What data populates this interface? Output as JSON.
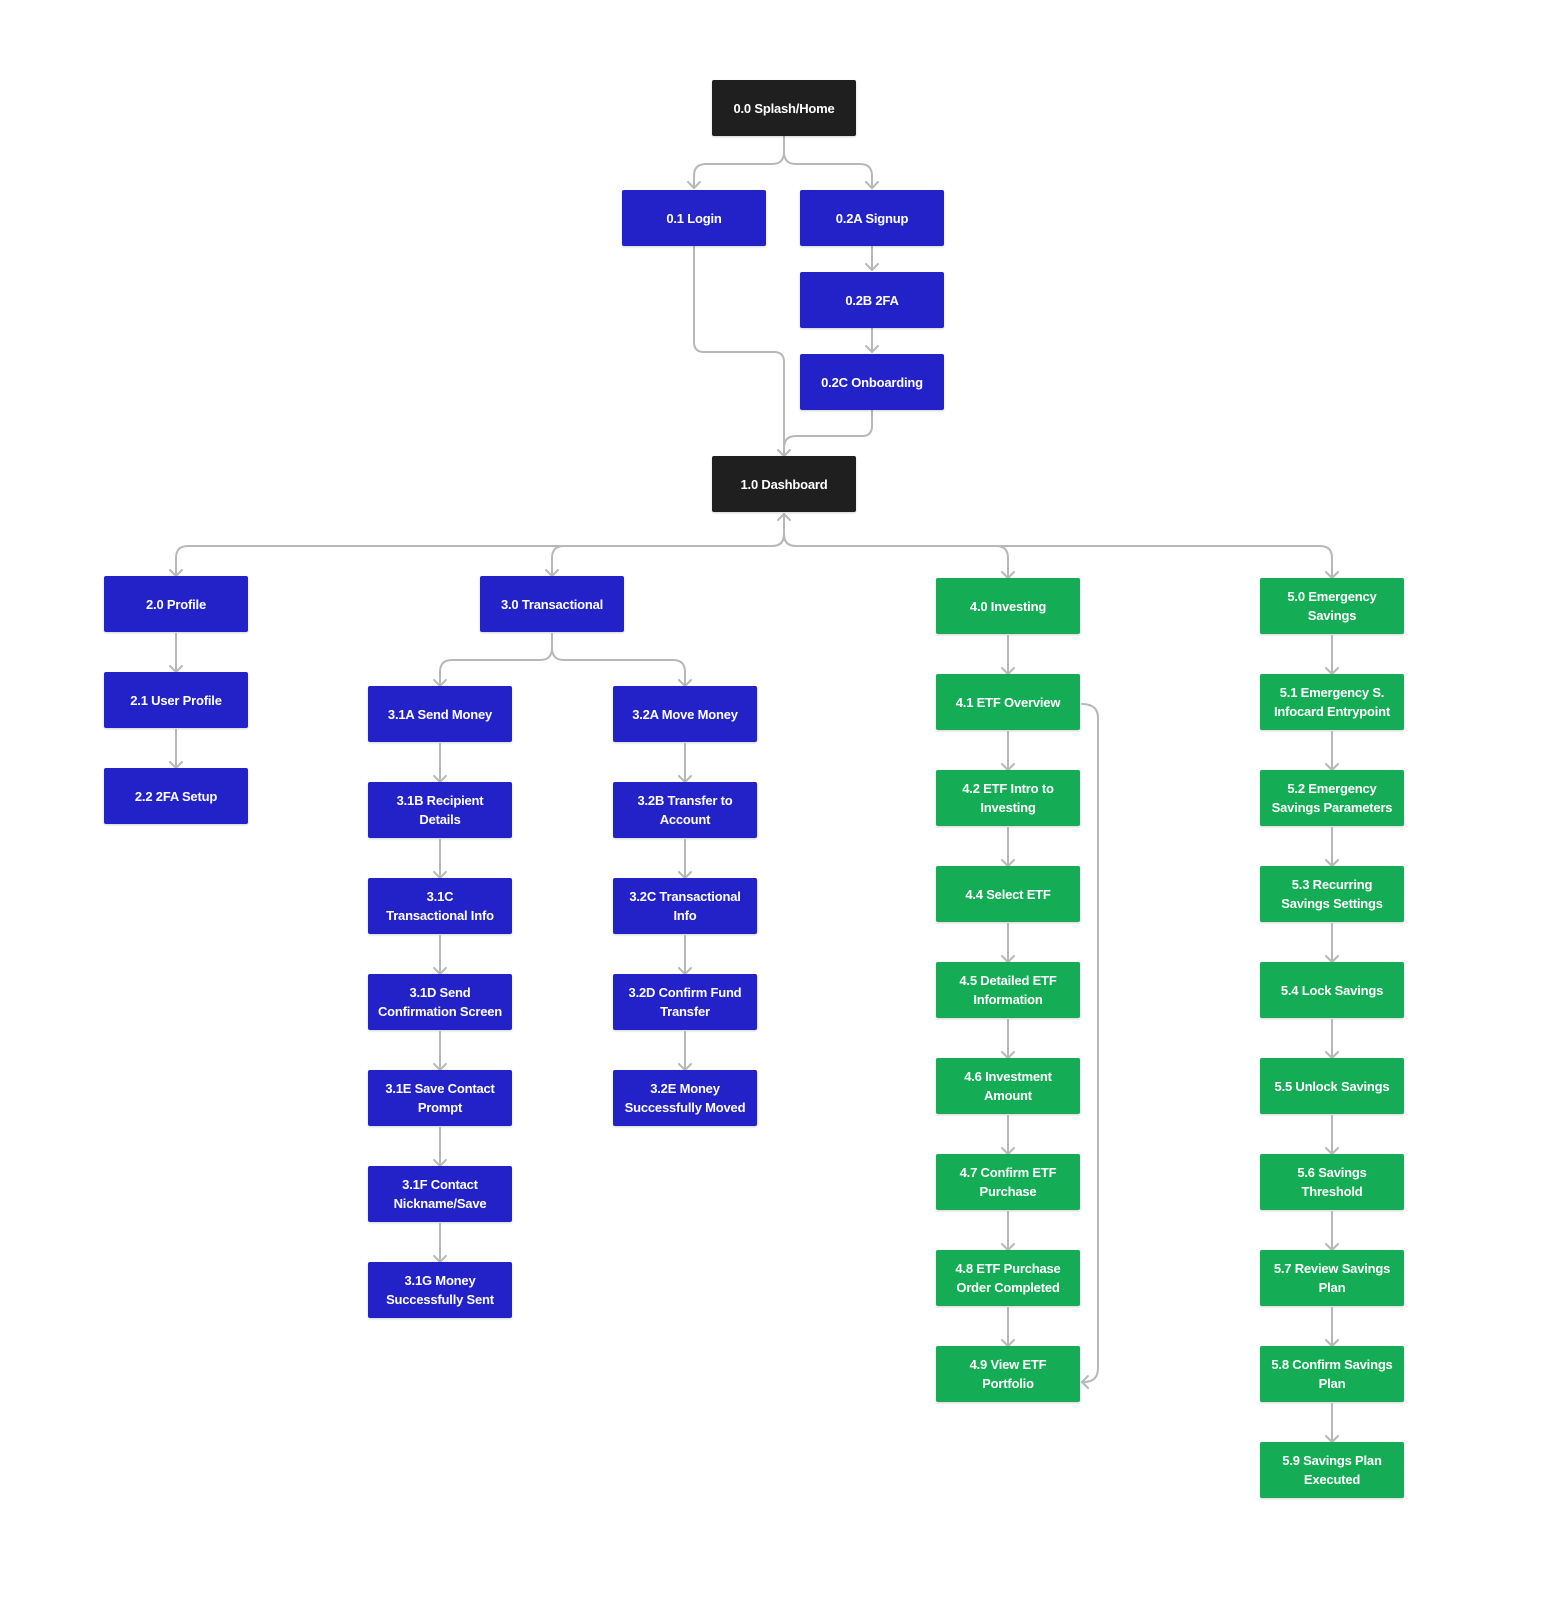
{
  "diagram": {
    "colors": {
      "dark": "#1f1f1f",
      "blue": "#2222c8",
      "green": "#14ad55",
      "connector": "#b8b8b8",
      "text": "#ffffff"
    },
    "nodes": {
      "n00": "0.0 Splash/Home",
      "n01": "0.1 Login",
      "n02a": "0.2A Signup",
      "n02b": "0.2B  2FA",
      "n02c": "0.2C Onboarding",
      "n10": "1.0 Dashboard",
      "n20": "2.0 Profile",
      "n21": "2.1 User Profile",
      "n22": "2.2 2FA Setup",
      "n30": "3.0 Transactional",
      "n31a": "3.1A Send Money",
      "n31b": "3.1B Recipient\nDetails",
      "n31c": "3.1C\nTransactional Info",
      "n31d": "3.1D Send\nConfirmation Screen",
      "n31e": "3.1E Save Contact\nPrompt",
      "n31f": "3.1F Contact\nNickname/Save",
      "n31g": "3.1G Money\nSuccessfully Sent",
      "n32a": "3.2A Move Money",
      "n32b": "3.2B Transfer to\nAccount",
      "n32c": "3.2C Transactional\nInfo",
      "n32d": "3.2D Confirm Fund\nTransfer",
      "n32e": "3.2E Money\nSuccessfully Moved",
      "n40": "4.0 Investing",
      "n41": "4.1 ETF Overview",
      "n42": "4.2 ETF Intro to\nInvesting",
      "n44": "4.4 Select ETF",
      "n45": "4.5 Detailed ETF\nInformation",
      "n46": "4.6 Investment\nAmount",
      "n47": "4.7 Confirm ETF\nPurchase",
      "n48": "4.8 ETF Purchase\nOrder Completed",
      "n49": "4.9 View ETF\nPortfolio",
      "n50": "5.0 Emergency\nSavings",
      "n51": "5.1 Emergency S.\nInfocard Entrypoint",
      "n52": "5.2 Emergency\nSavings Parameters",
      "n53": "5.3 Recurring\nSavings Settings",
      "n54": "5.4 Lock Savings",
      "n55": "5.5 Unlock Savings",
      "n56": "5.6 Savings\nThreshold",
      "n57": "5.7 Review Savings\nPlan",
      "n58": "5.8 Confirm Savings\nPlan",
      "n59": "5.9 Savings Plan\nExecuted"
    }
  }
}
